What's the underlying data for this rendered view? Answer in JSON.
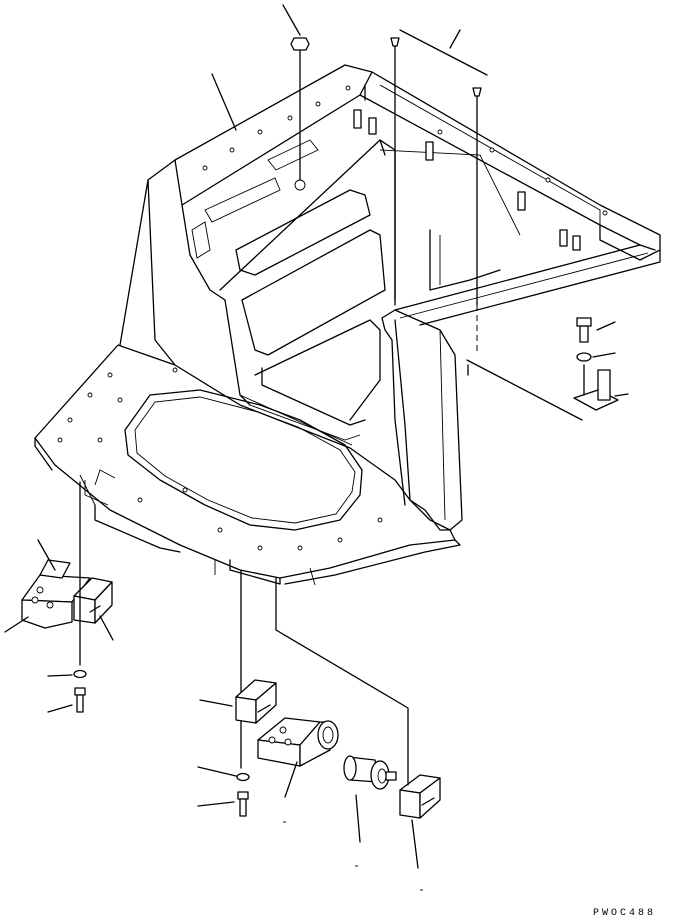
{
  "figure": {
    "drawing_code": "PWOC488",
    "line_color": "#000000",
    "background_color": "#ffffff"
  },
  "parts": [
    {
      "id": "operator-frame",
      "icon": "frame-weldment"
    },
    {
      "id": "top-mount-bolt",
      "icon": "bolt"
    },
    {
      "id": "dowel-pin-pair",
      "icon": "pin"
    },
    {
      "id": "side-bolt",
      "icon": "bolt"
    },
    {
      "id": "side-washer",
      "icon": "washer"
    },
    {
      "id": "side-bracket",
      "icon": "bracket"
    },
    {
      "id": "left-support-block",
      "icon": "block"
    },
    {
      "id": "left-clamp-cap",
      "icon": "clamp"
    },
    {
      "id": "left-washer",
      "icon": "washer"
    },
    {
      "id": "left-bolt",
      "icon": "bolt"
    },
    {
      "id": "center-clamp-cap",
      "icon": "clamp"
    },
    {
      "id": "center-washer",
      "icon": "washer"
    },
    {
      "id": "center-bolt",
      "icon": "bolt"
    },
    {
      "id": "pivot-bracket",
      "icon": "bracket"
    },
    {
      "id": "rubber-mount",
      "icon": "mount"
    },
    {
      "id": "right-clamp-cap",
      "icon": "clamp"
    }
  ]
}
